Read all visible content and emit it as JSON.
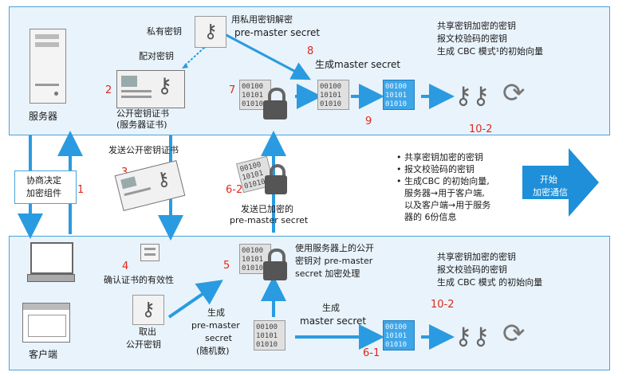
{
  "top": {
    "server_label": "服务器",
    "private_key_label": "私有密钥",
    "decrypt_label_1": "用私用密钥解密",
    "decrypt_label_2": "pre-master secret",
    "pair_key_label": "配对密钥",
    "cert_label_1": "公开密钥证书",
    "cert_label_2": "(服务器证书)",
    "gen_master": "生成master secret",
    "shared_1": "共享密钥加密的密钥",
    "shared_2": "报文校验码的密钥",
    "shared_3": "生成 CBC 模式¹的初始向量",
    "step2": "2",
    "step7": "7",
    "step8": "8",
    "step9": "9",
    "step10": "10-2",
    "bin_grey": [
      "00100",
      "10101",
      "01010"
    ],
    "bin_blue": [
      "00100",
      "10101",
      "01010"
    ]
  },
  "middle": {
    "negotiate_1": "协商决定",
    "negotiate_2": "加密组件",
    "step1": "1",
    "send_cert": "发送公开密钥证书",
    "step3": "3",
    "step62": "6-2",
    "send_enc_1": "发送已加密的",
    "send_enc_2": "pre-master secret",
    "bullets": [
      "• 共享密钥加密的密钥",
      "• 报文校验码的密钥",
      "• 生成CBC 的初始向量,",
      "服务器→用于客户端,",
      "以及客户端→用于服务",
      "器的 6份信息"
    ],
    "start_1": "开始",
    "start_2": "加密通信"
  },
  "bottom": {
    "client_label": "客户端",
    "step4": "4",
    "verify_label": "确认证书的有效性",
    "take_key_1": "取出",
    "take_key_2": "公开密钥",
    "gen_pre_1": "生成",
    "gen_pre_2": "pre-master",
    "gen_pre_3": "secret",
    "gen_pre_4": "(随机数)",
    "step5": "5",
    "enc_1": "使用服务器上的公开",
    "enc_2": "密钥对 pre-master",
    "enc_3": "secret 加密处理",
    "gen_master_1": "生成",
    "gen_master_2": "master secret",
    "step61": "6-1",
    "step10": "10-2",
    "shared_1": "共享密钥加密的密钥",
    "shared_2": "报文校验码的密钥",
    "shared_3": "生成 CBC 模式 的初始向量",
    "bin_grey": [
      "00100",
      "10101",
      "01010"
    ],
    "bin_blue": [
      "00100",
      "10101",
      "01010"
    ]
  },
  "colors": {
    "panel_bg": "#e9f3fb",
    "accent": "#2a9be0",
    "red": "#e0281e",
    "blue_box": "#3ea6e8"
  },
  "icons": [
    "server-icon",
    "key-icon",
    "certificate-icon",
    "lock-icon",
    "refresh-icon",
    "laptop-icon",
    "browser-icon",
    "document-icon",
    "start-arrow-icon"
  ]
}
